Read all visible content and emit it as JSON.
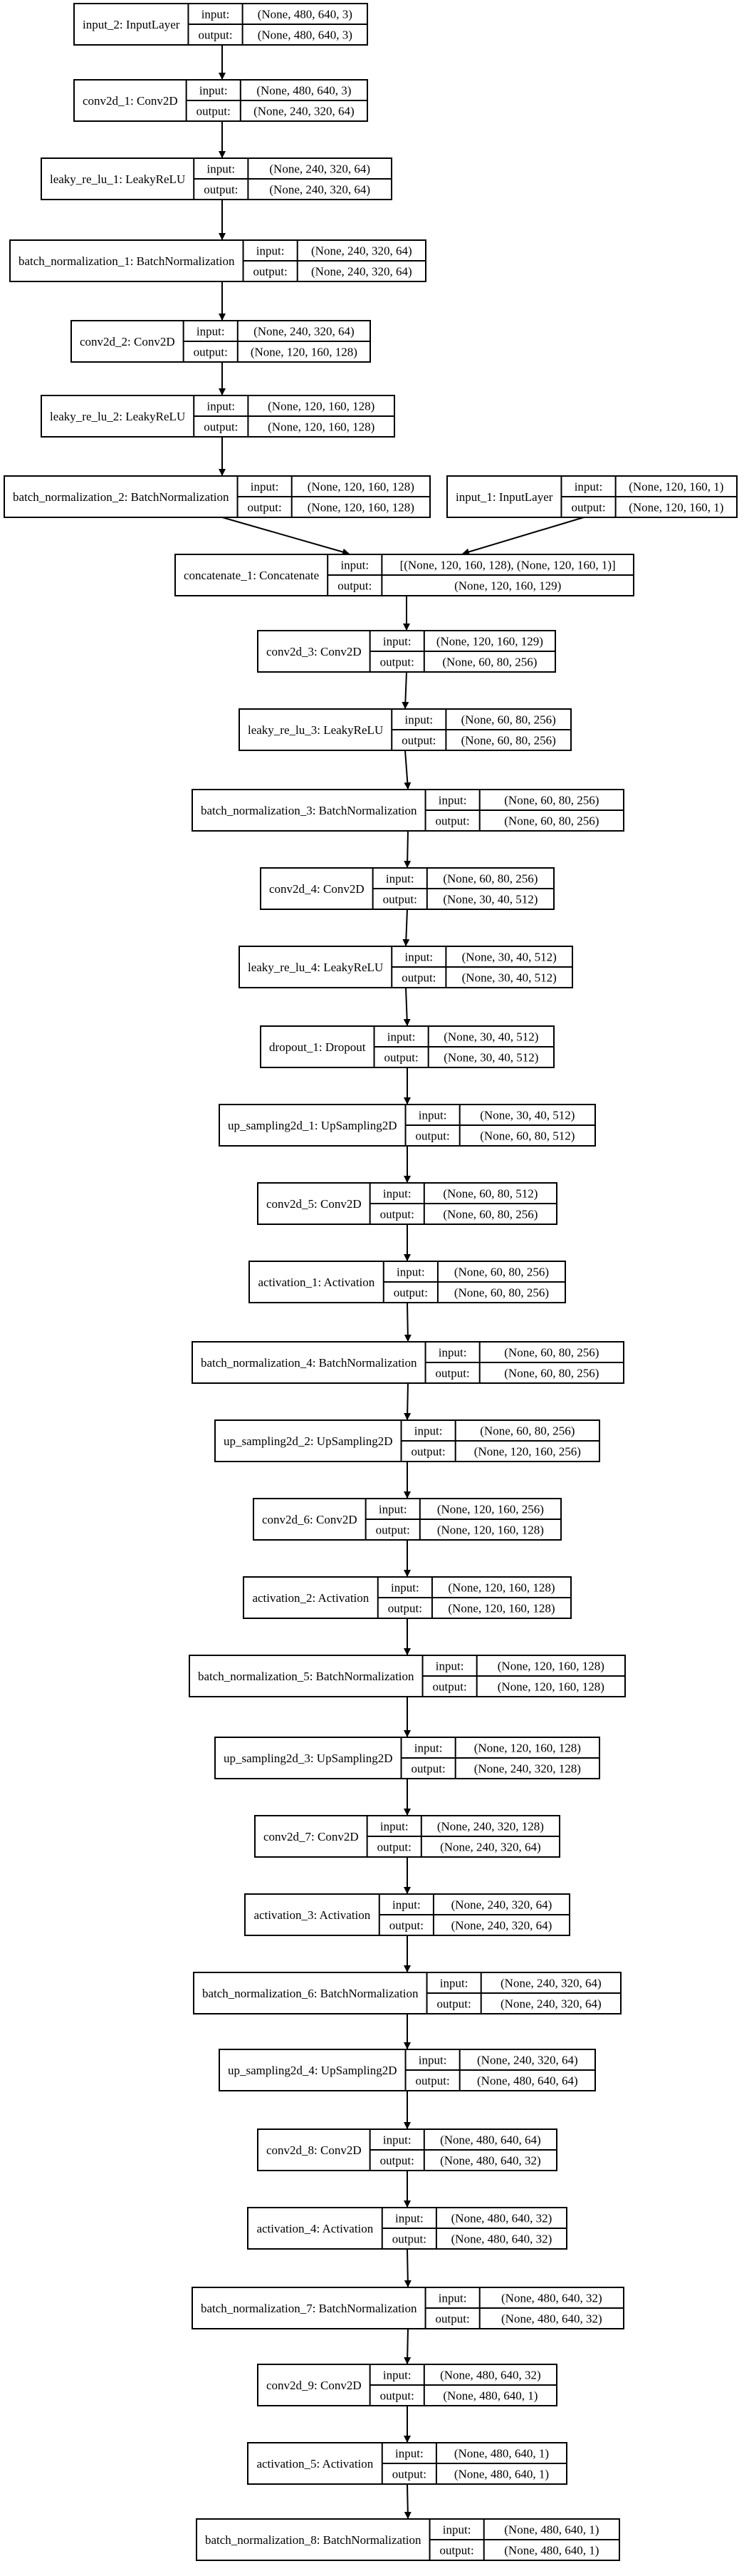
{
  "diagram": {
    "port_labels": {
      "input": "input:",
      "output": "output:"
    },
    "layers": [
      {
        "id": "input_2",
        "label": "input_2: InputLayer",
        "input": "(None, 480, 640, 3)",
        "output": "(None, 480, 640, 3)"
      },
      {
        "id": "conv2d_1",
        "label": "conv2d_1: Conv2D",
        "input": "(None, 480, 640, 3)",
        "output": "(None, 240, 320, 64)"
      },
      {
        "id": "leaky_re_lu_1",
        "label": "leaky_re_lu_1: LeakyReLU",
        "input": "(None, 240, 320, 64)",
        "output": "(None, 240, 320, 64)"
      },
      {
        "id": "batch_normalization_1",
        "label": "batch_normalization_1: BatchNormalization",
        "input": "(None, 240, 320, 64)",
        "output": "(None, 240, 320, 64)"
      },
      {
        "id": "conv2d_2",
        "label": "conv2d_2: Conv2D",
        "input": "(None, 240, 320, 64)",
        "output": "(None, 120, 160, 128)"
      },
      {
        "id": "leaky_re_lu_2",
        "label": "leaky_re_lu_2: LeakyReLU",
        "input": "(None, 120, 160, 128)",
        "output": "(None, 120, 160, 128)"
      },
      {
        "id": "batch_normalization_2",
        "label": "batch_normalization_2: BatchNormalization",
        "input": "(None, 120, 160, 128)",
        "output": "(None, 120, 160, 128)"
      },
      {
        "id": "input_1",
        "label": "input_1: InputLayer",
        "input": "(None, 120, 160, 1)",
        "output": "(None, 120, 160, 1)"
      },
      {
        "id": "concatenate_1",
        "label": "concatenate_1: Concatenate",
        "input": "[(None, 120, 160, 128), (None, 120, 160, 1)]",
        "output": "(None, 120, 160, 129)"
      },
      {
        "id": "conv2d_3",
        "label": "conv2d_3: Conv2D",
        "input": "(None, 120, 160, 129)",
        "output": "(None, 60, 80, 256)"
      },
      {
        "id": "leaky_re_lu_3",
        "label": "leaky_re_lu_3: LeakyReLU",
        "input": "(None, 60, 80, 256)",
        "output": "(None, 60, 80, 256)"
      },
      {
        "id": "batch_normalization_3",
        "label": "batch_normalization_3: BatchNormalization",
        "input": "(None, 60, 80, 256)",
        "output": "(None, 60, 80, 256)"
      },
      {
        "id": "conv2d_4",
        "label": "conv2d_4: Conv2D",
        "input": "(None, 60, 80, 256)",
        "output": "(None, 30, 40, 512)"
      },
      {
        "id": "leaky_re_lu_4",
        "label": "leaky_re_lu_4: LeakyReLU",
        "input": "(None, 30, 40, 512)",
        "output": "(None, 30, 40, 512)"
      },
      {
        "id": "dropout_1",
        "label": "dropout_1: Dropout",
        "input": "(None, 30, 40, 512)",
        "output": "(None, 30, 40, 512)"
      },
      {
        "id": "up_sampling2d_1",
        "label": "up_sampling2d_1: UpSampling2D",
        "input": "(None, 30, 40, 512)",
        "output": "(None, 60, 80, 512)"
      },
      {
        "id": "conv2d_5",
        "label": "conv2d_5: Conv2D",
        "input": "(None, 60, 80, 512)",
        "output": "(None, 60, 80, 256)"
      },
      {
        "id": "activation_1",
        "label": "activation_1: Activation",
        "input": "(None, 60, 80, 256)",
        "output": "(None, 60, 80, 256)"
      },
      {
        "id": "batch_normalization_4",
        "label": "batch_normalization_4: BatchNormalization",
        "input": "(None, 60, 80, 256)",
        "output": "(None, 60, 80, 256)"
      },
      {
        "id": "up_sampling2d_2",
        "label": "up_sampling2d_2: UpSampling2D",
        "input": "(None, 60, 80, 256)",
        "output": "(None, 120, 160, 256)"
      },
      {
        "id": "conv2d_6",
        "label": "conv2d_6: Conv2D",
        "input": "(None, 120, 160, 256)",
        "output": "(None, 120, 160, 128)"
      },
      {
        "id": "activation_2",
        "label": "activation_2: Activation",
        "input": "(None, 120, 160, 128)",
        "output": "(None, 120, 160, 128)"
      },
      {
        "id": "batch_normalization_5",
        "label": "batch_normalization_5: BatchNormalization",
        "input": "(None, 120, 160, 128)",
        "output": "(None, 120, 160, 128)"
      },
      {
        "id": "up_sampling2d_3",
        "label": "up_sampling2d_3: UpSampling2D",
        "input": "(None, 120, 160, 128)",
        "output": "(None, 240, 320, 128)"
      },
      {
        "id": "conv2d_7",
        "label": "conv2d_7: Conv2D",
        "input": "(None, 240, 320, 128)",
        "output": "(None, 240, 320, 64)"
      },
      {
        "id": "activation_3",
        "label": "activation_3: Activation",
        "input": "(None, 240, 320, 64)",
        "output": "(None, 240, 320, 64)"
      },
      {
        "id": "batch_normalization_6",
        "label": "batch_normalization_6: BatchNormalization",
        "input": "(None, 240, 320, 64)",
        "output": "(None, 240, 320, 64)"
      },
      {
        "id": "up_sampling2d_4",
        "label": "up_sampling2d_4: UpSampling2D",
        "input": "(None, 240, 320, 64)",
        "output": "(None, 480, 640, 64)"
      },
      {
        "id": "conv2d_8",
        "label": "conv2d_8: Conv2D",
        "input": "(None, 480, 640, 64)",
        "output": "(None, 480, 640, 32)"
      },
      {
        "id": "activation_4",
        "label": "activation_4: Activation",
        "input": "(None, 480, 640, 32)",
        "output": "(None, 480, 640, 32)"
      },
      {
        "id": "batch_normalization_7",
        "label": "batch_normalization_7: BatchNormalization",
        "input": "(None, 480, 640, 32)",
        "output": "(None, 480, 640, 32)"
      },
      {
        "id": "conv2d_9",
        "label": "conv2d_9: Conv2D",
        "input": "(None, 480, 640, 32)",
        "output": "(None, 480, 640, 1)"
      },
      {
        "id": "activation_5",
        "label": "activation_5: Activation",
        "input": "(None, 480, 640, 1)",
        "output": "(None, 480, 640, 1)"
      },
      {
        "id": "batch_normalization_8",
        "label": "batch_normalization_8: BatchNormalization",
        "input": "(None, 480, 640, 1)",
        "output": "(None, 480, 640, 1)"
      }
    ],
    "edges": [
      [
        "input_2",
        "conv2d_1"
      ],
      [
        "conv2d_1",
        "leaky_re_lu_1"
      ],
      [
        "leaky_re_lu_1",
        "batch_normalization_1"
      ],
      [
        "batch_normalization_1",
        "conv2d_2"
      ],
      [
        "conv2d_2",
        "leaky_re_lu_2"
      ],
      [
        "leaky_re_lu_2",
        "batch_normalization_2"
      ],
      [
        "batch_normalization_2",
        "concatenate_1"
      ],
      [
        "input_1",
        "concatenate_1"
      ],
      [
        "concatenate_1",
        "conv2d_3"
      ],
      [
        "conv2d_3",
        "leaky_re_lu_3"
      ],
      [
        "leaky_re_lu_3",
        "batch_normalization_3"
      ],
      [
        "batch_normalization_3",
        "conv2d_4"
      ],
      [
        "conv2d_4",
        "leaky_re_lu_4"
      ],
      [
        "leaky_re_lu_4",
        "dropout_1"
      ],
      [
        "dropout_1",
        "up_sampling2d_1"
      ],
      [
        "up_sampling2d_1",
        "conv2d_5"
      ],
      [
        "conv2d_5",
        "activation_1"
      ],
      [
        "activation_1",
        "batch_normalization_4"
      ],
      [
        "batch_normalization_4",
        "up_sampling2d_2"
      ],
      [
        "up_sampling2d_2",
        "conv2d_6"
      ],
      [
        "conv2d_6",
        "activation_2"
      ],
      [
        "activation_2",
        "batch_normalization_5"
      ],
      [
        "batch_normalization_5",
        "up_sampling2d_3"
      ],
      [
        "up_sampling2d_3",
        "conv2d_7"
      ],
      [
        "conv2d_7",
        "activation_3"
      ],
      [
        "activation_3",
        "batch_normalization_6"
      ],
      [
        "batch_normalization_6",
        "up_sampling2d_4"
      ],
      [
        "up_sampling2d_4",
        "conv2d_8"
      ],
      [
        "conv2d_8",
        "activation_4"
      ],
      [
        "activation_4",
        "batch_normalization_7"
      ],
      [
        "batch_normalization_7",
        "conv2d_9"
      ],
      [
        "conv2d_9",
        "activation_5"
      ],
      [
        "activation_5",
        "batch_normalization_8"
      ]
    ]
  }
}
